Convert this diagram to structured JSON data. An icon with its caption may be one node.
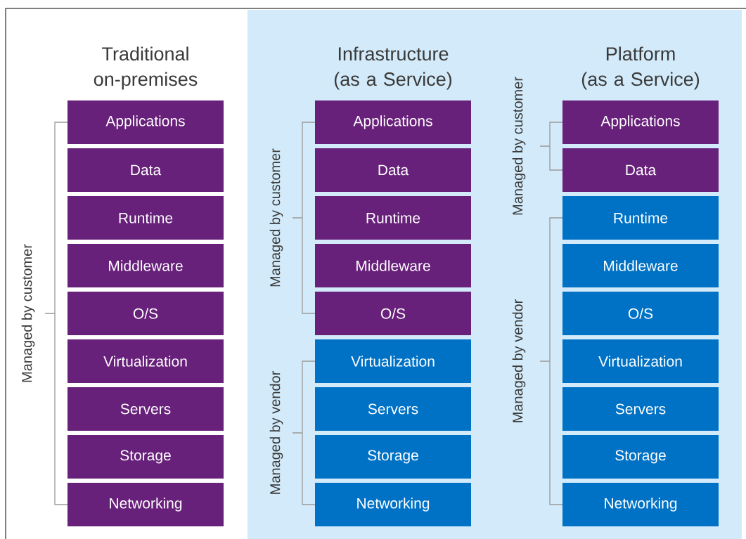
{
  "diagram": {
    "nodes": [
      {
        "text": [
          "Applications"
        ]
      },
      {
        "text": [
          "Data"
        ]
      },
      {
        "text": [
          "Runtime"
        ]
      },
      {
        "text": [
          "Middleware"
        ]
      },
      {
        "text": [
          "O/S"
        ]
      },
      {
        "text": [
          "Virtualization"
        ]
      },
      {
        "text": [
          "Servers"
        ]
      },
      {
        "text": [
          "Storage"
        ]
      },
      {
        "text": [
          "Networking"
        ]
      },
      {
        "text": [
          "Applications"
        ]
      },
      {
        "text": [
          "Data"
        ]
      },
      {
        "text": [
          "Runtime"
        ]
      },
      {
        "text": [
          "Middleware"
        ]
      },
      {
        "text": [
          "O/S"
        ]
      },
      {
        "text": [
          "Virtualization"
        ]
      },
      {
        "text": [
          "Servers"
        ]
      },
      {
        "text": [
          "Storage"
        ]
      },
      {
        "text": [
          "Networking"
        ]
      },
      {
        "text": [
          "Applications"
        ]
      },
      {
        "text": [
          "Data"
        ]
      },
      {
        "text": [
          "Runtime"
        ]
      },
      {
        "text": [
          "Middleware"
        ]
      },
      {
        "text": [
          "O/S"
        ]
      },
      {
        "text": [
          "Virtualization"
        ]
      },
      {
        "text": [
          "Servers"
        ]
      },
      {
        "text": [
          "Storage"
        ]
      },
      {
        "text": [
          "Networking"
        ]
      }
    ],
    "labels": [
      "Traditional on-premises",
      "Infrastructure (as a Service)",
      "Platform (as a Service)",
      "Managed by customer",
      "Managed by customer",
      "Managed by vendor",
      "Managed by customer",
      "Managed by vendor"
    ]
  }
}
